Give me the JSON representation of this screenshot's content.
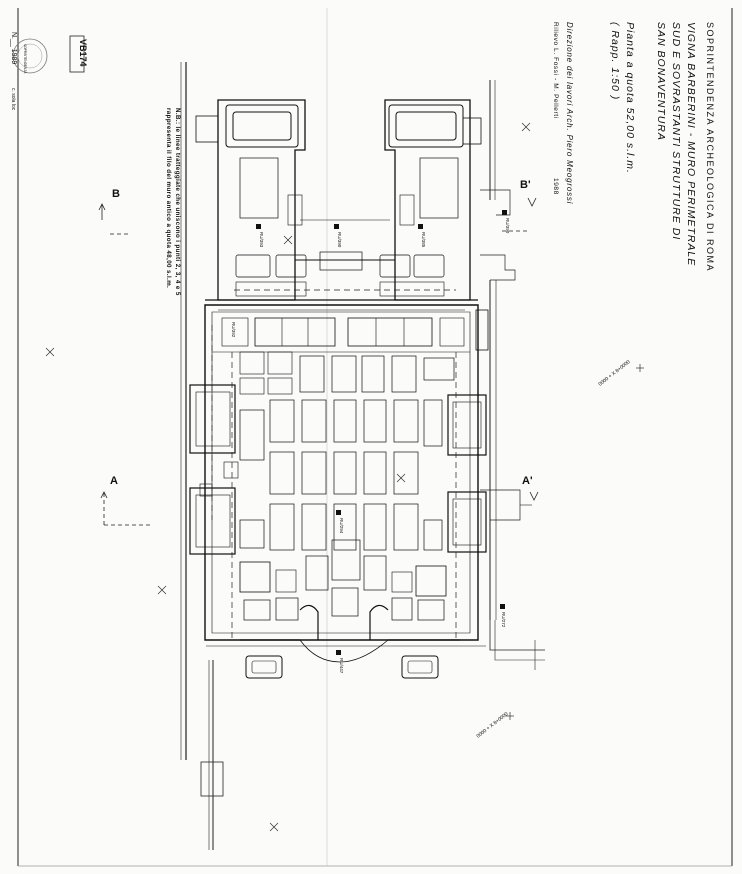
{
  "title_block": {
    "institution": "SOPRINTENDENZA ARCHEOLOGICA DI ROMA",
    "project_lines": [
      "VIGNA BARBERINI - MURO PERIMETRALE",
      "SUD E SOVRASTANTI STRUTTURE DI",
      "SAN BONAVENTURA"
    ],
    "plan_line": "Pianta a quota 52,00 s.l.m.",
    "scale": "( Rapp. 1:50 )",
    "direction_line": "Direzione dei lavori Arch. Piero Meogrossi",
    "surveyors_line": "Rilievo L. Fossi - M. Pellerti",
    "year": "1988"
  },
  "note": {
    "line1": "N.B.: le linee tratteggiate che uniscono i punti 2, 3, 4 e 5",
    "line2": "rappresenta il filo del muro antico a quota 48,00 s.l.m."
  },
  "section_markers": {
    "b_left": "B",
    "b_right": "B'",
    "a_left": "A",
    "a_right": "A'"
  },
  "sheet_code": "VB174",
  "stamp_text": "SOPRINTENDENZA",
  "corner_text": "N.__ 1989",
  "corner_text2": "c. sola loc",
  "room_labels": [
    "RU/393",
    "RU/390",
    "RU/385",
    "RU/390",
    "RU/294",
    "RU/447",
    "RU/272",
    "RU/392"
  ],
  "grid_labels": [
    "0000 + X  8+0000",
    "0000 + X  8+0000"
  ]
}
